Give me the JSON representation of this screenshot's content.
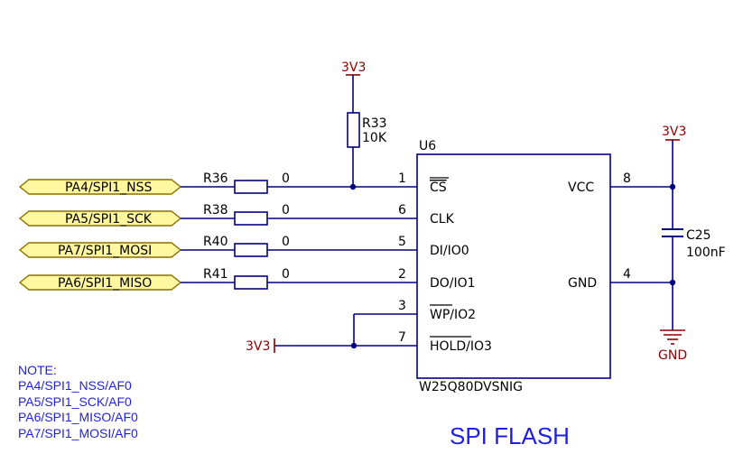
{
  "title": "SPI FLASH",
  "ic": {
    "ref": "U6",
    "part": "W25Q80DVSNIG",
    "pins_left": [
      {
        "num": "1",
        "name": "CS",
        "overline": "CS",
        "rest": ""
      },
      {
        "num": "6",
        "name": "CLK",
        "overline": "",
        "rest": "CLK"
      },
      {
        "num": "5",
        "name": "DI/IO0",
        "overline": "",
        "rest": "DI/IO0"
      },
      {
        "num": "2",
        "name": "DO/IO1",
        "overline": "",
        "rest": "DO/IO1"
      },
      {
        "num": "3",
        "name": "WP/IO2",
        "overline": "WP",
        "rest": "/IO2"
      },
      {
        "num": "7",
        "name": "HOLD/IO3",
        "overline": "HOLD",
        "rest": "/IO3"
      }
    ],
    "pins_right": [
      {
        "num": "8",
        "name": "VCC"
      },
      {
        "num": "4",
        "name": "GND"
      }
    ]
  },
  "ports": [
    {
      "label": "PA4/SPI1_NSS"
    },
    {
      "label": "PA5/SPI1_SCK"
    },
    {
      "label": "PA7/SPI1_MOSI"
    },
    {
      "label": "PA6/SPI1_MISO"
    }
  ],
  "resistors": [
    {
      "ref": "R36",
      "value": "0"
    },
    {
      "ref": "R38",
      "value": "0"
    },
    {
      "ref": "R40",
      "value": "0"
    },
    {
      "ref": "R41",
      "value": "0"
    }
  ],
  "pullup": {
    "ref": "R33",
    "value": "10K"
  },
  "capacitor": {
    "ref": "C25",
    "value": "100nF"
  },
  "power": {
    "pullup_net": "3V3",
    "vcc_net": "3V3",
    "wp_hold_net": "3V3",
    "ground": "GND"
  },
  "note": {
    "heading": "NOTE:",
    "lines": [
      "PA4/SPI1_NSS/AF0",
      "PA5/SPI1_SCK/AF0",
      "PA6/SPI1_MISO/AF0",
      "PA7/SPI1_MOSI/AF0"
    ]
  },
  "colors": {
    "wire": "#00007f",
    "power_net": "#8b0000",
    "port_fill": "#fff8a0",
    "port_stroke": "#8b6f00",
    "note_text": "#1f1fe0",
    "ic_outline": "#00007f"
  }
}
